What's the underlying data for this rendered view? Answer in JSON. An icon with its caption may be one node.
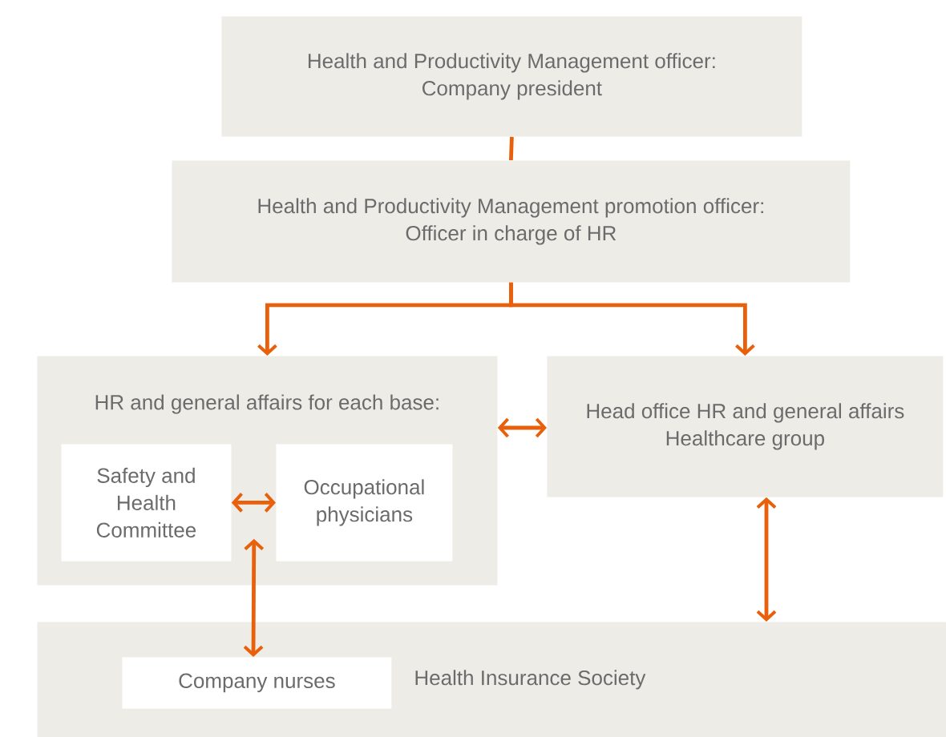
{
  "diagram": {
    "nodes": [
      {
        "text": [
          "Health and Productivity Management officer: Company president"
        ]
      },
      {
        "text": [
          "Health and Productivity Management promotion officer: Officer in charge of HR"
        ]
      },
      {
        "text": [
          "HR and general affairs for each base:"
        ]
      },
      {
        "text": [
          "Safety and Health Committee"
        ],
        "in": 2
      },
      {
        "text": [
          "Occupational physicians"
        ],
        "in": 2
      },
      {
        "text": [
          "Head office HR and general affairs Healthcare group"
        ]
      },
      {
        "text": [
          "Health Insurance Society"
        ]
      },
      {
        "text": [
          "Company nurses"
        ],
        "in": 6
      }
    ],
    "edges": [
      {
        "from": 0,
        "to": 1,
        "arrow": "none"
      },
      {
        "from": 1,
        "to": 2,
        "arrow": "to"
      },
      {
        "from": 1,
        "to": 5,
        "arrow": "to"
      },
      {
        "from": 2,
        "to": 5,
        "arrow": "both"
      },
      {
        "from": 3,
        "to": 4,
        "arrow": "both"
      },
      {
        "from": 3,
        "to": 7,
        "arrow": "both"
      },
      {
        "from": 5,
        "to": 6,
        "arrow": "both"
      }
    ]
  }
}
